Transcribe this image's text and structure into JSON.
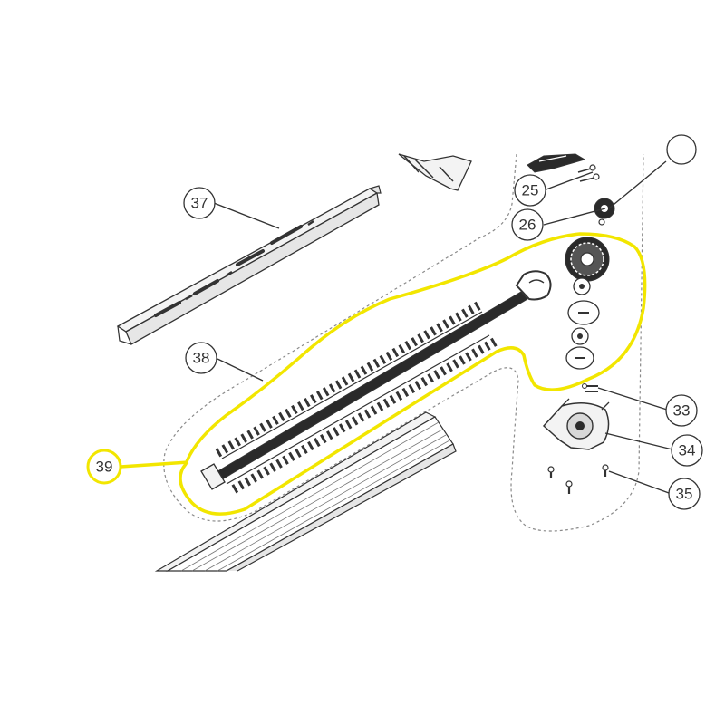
{
  "diagram": {
    "title": "",
    "colors": {
      "line": "#333333",
      "dashed_group": "#8a8a8a",
      "highlight": "#f2e600",
      "part_fill": "#f3f3f3",
      "dark_part": "#2a2a2a"
    },
    "callouts": {
      "p25": "25",
      "p26": "26",
      "p33": "33",
      "p34": "34",
      "p35": "35",
      "p37": "37",
      "p38": "38",
      "p39": "39"
    },
    "highlighted_part": "39"
  }
}
